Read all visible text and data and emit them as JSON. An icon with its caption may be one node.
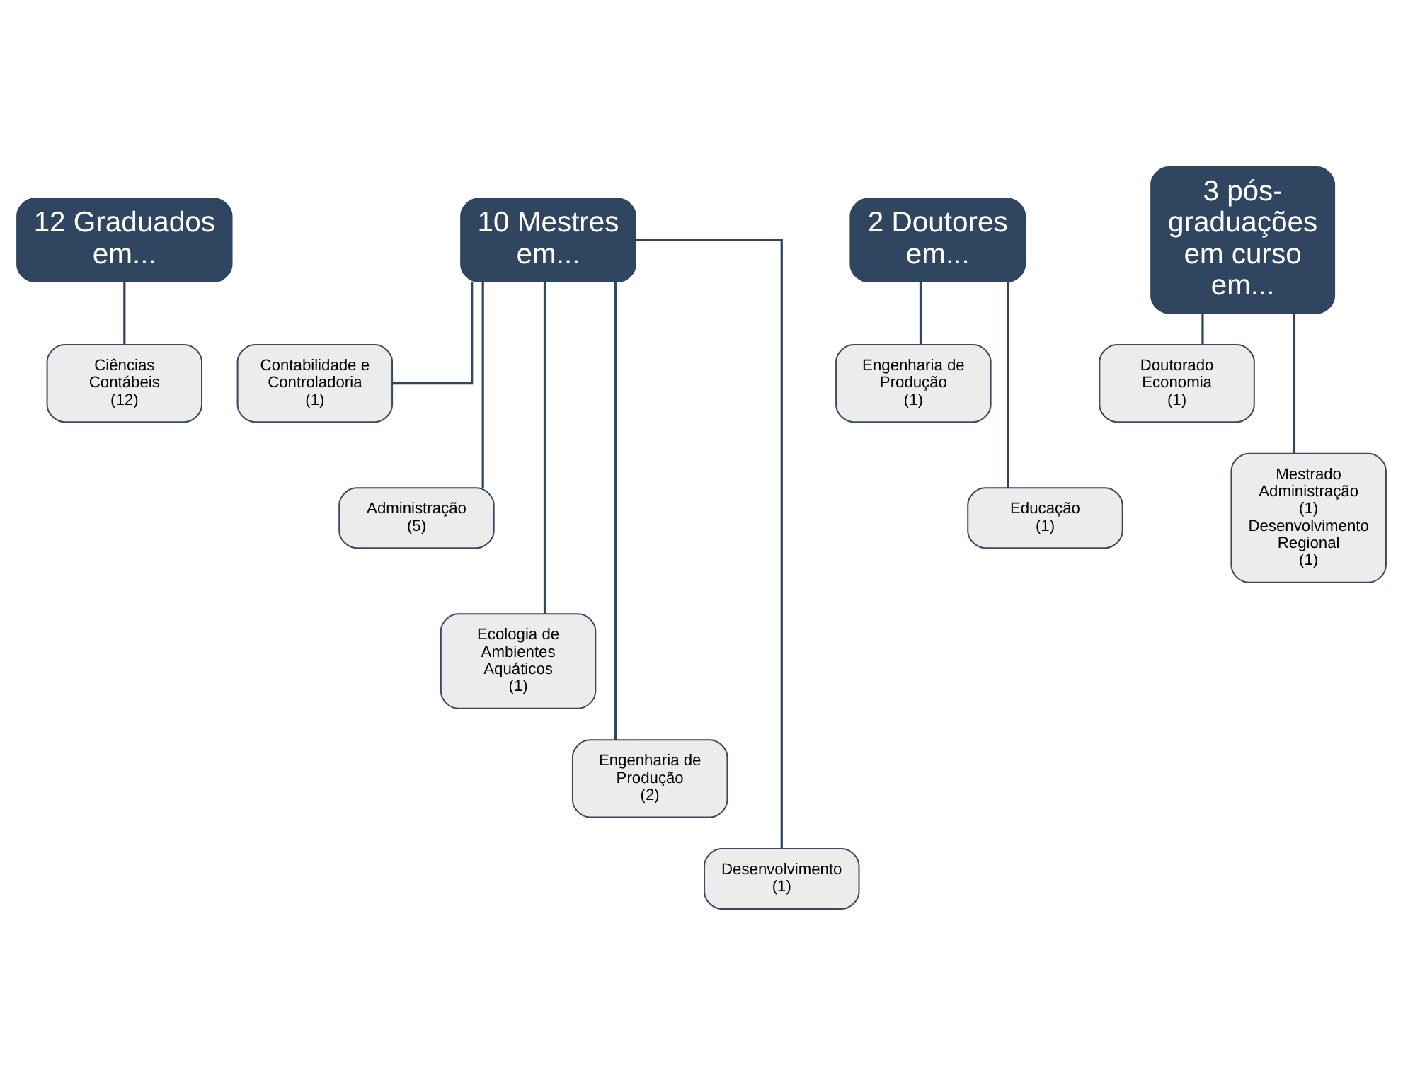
{
  "diagram": {
    "nodes": [
      {
        "text": [
          "12 Graduados em..."
        ]
      },
      {
        "text": [
          "Ciências Contábeis",
          "(12)"
        ]
      },
      {
        "text": [
          "10 Mestres em..."
        ]
      },
      {
        "text": [
          "Contabilidade e Controladoria",
          "(1)"
        ]
      },
      {
        "text": [
          "Administração",
          "(5)"
        ]
      },
      {
        "text": [
          "Ecologia de Ambientes Aquáticos",
          "(1)"
        ]
      },
      {
        "text": [
          "Engenharia de Produção",
          "(2)"
        ]
      },
      {
        "text": [
          "Desenvolvimento",
          "(1)"
        ]
      },
      {
        "text": [
          "2 Doutores em..."
        ]
      },
      {
        "text": [
          "Engenharia de Produção",
          "(1)"
        ]
      },
      {
        "text": [
          "Educação",
          "(1)"
        ]
      },
      {
        "text": [
          "3 pós-graduações em curso em..."
        ]
      },
      {
        "text": [
          "Doutorado",
          "Economia",
          "(1)"
        ]
      },
      {
        "text": [
          "Mestrado",
          "Administração",
          "(1)",
          "Desenvolvimento Regional",
          "(1)"
        ]
      }
    ],
    "edges": [
      {
        "from": 0,
        "to": 1,
        "arrow": "none"
      },
      {
        "from": 2,
        "to": 3,
        "arrow": "none"
      },
      {
        "from": 2,
        "to": 4,
        "arrow": "none"
      },
      {
        "from": 2,
        "to": 5,
        "arrow": "none"
      },
      {
        "from": 2,
        "to": 6,
        "arrow": "none"
      },
      {
        "from": 2,
        "to": 7,
        "arrow": "none"
      },
      {
        "from": 8,
        "to": 9,
        "arrow": "none"
      },
      {
        "from": 8,
        "to": 10,
        "arrow": "none"
      },
      {
        "from": 11,
        "to": 12,
        "arrow": "none"
      },
      {
        "from": 11,
        "to": 13,
        "arrow": "none"
      }
    ]
  }
}
